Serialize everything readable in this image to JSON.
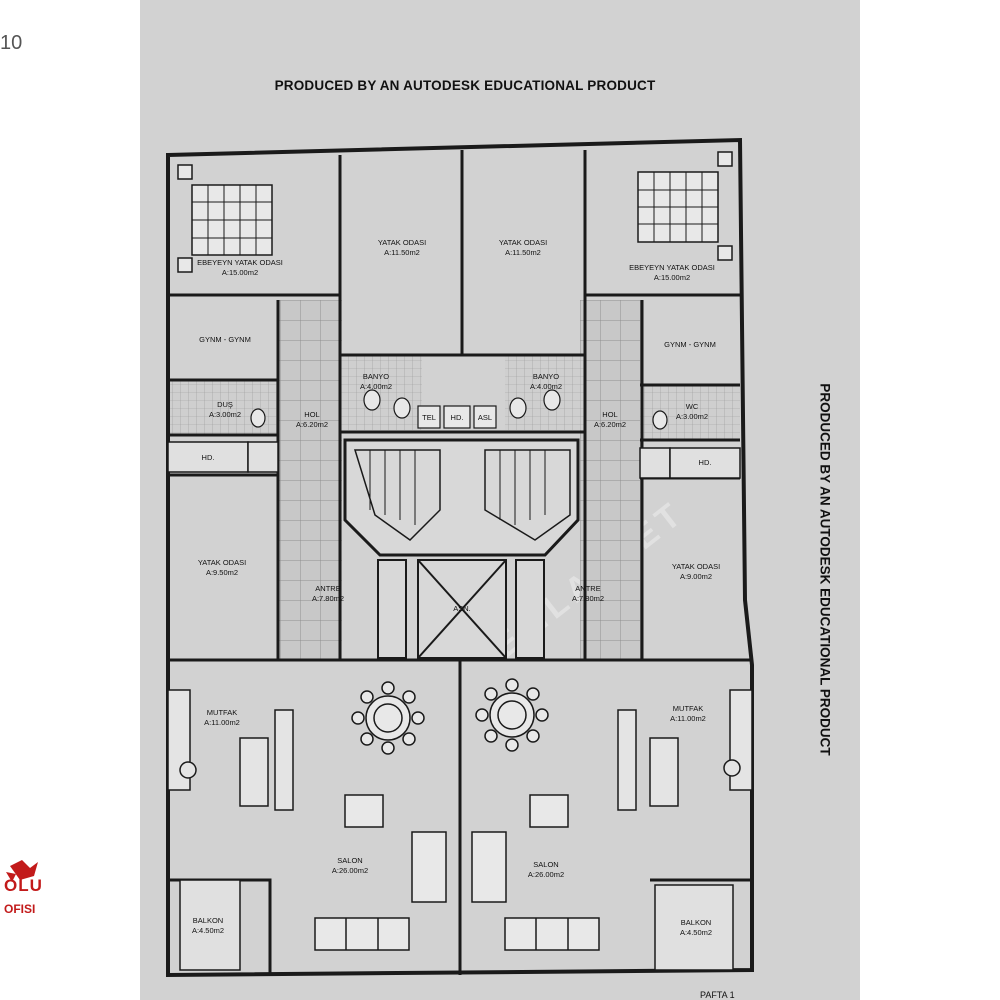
{
  "page": {
    "corner_number": "10"
  },
  "logo": {
    "line1": "OLU",
    "line2": "OFISI"
  },
  "banner_top": "PRODUCED BY AN AUTODESK EDUCATIONAL PRODUCT",
  "banner_side": "PRODUCED BY AN AUTODESK EDUCATIONAL PRODUCT",
  "colors": {
    "sheet": "#d2d2d2",
    "wall": "#1a1a1a",
    "logo_red": "#c21a1a"
  },
  "rooms": {
    "ebeveyn_left": {
      "name": "EBEYEYN YATAK ODASI",
      "area": "A:15.00m2"
    },
    "ebeveyn_right": {
      "name": "EBEYEYN YATAK ODASI",
      "area": "A:15.00m2"
    },
    "yatak_top_left": {
      "name": "YATAK ODASI",
      "area": "A:11.50m2"
    },
    "yatak_top_right": {
      "name": "YATAK ODASI",
      "area": "A:11.50m2"
    },
    "gynm_left": {
      "name": "GYNM - GYNM"
    },
    "gynm_right": {
      "name": "GYNM - GYNM"
    },
    "dus_left": {
      "name": "DUŞ",
      "area": "A:3.00m2"
    },
    "wc_right": {
      "name": "WC",
      "area": "A:3.00m2"
    },
    "banyo_left": {
      "name": "BANYO",
      "area": "A:4.00m2"
    },
    "banyo_right": {
      "name": "BANYO",
      "area": "A:4.00m2"
    },
    "hol_left": {
      "name": "HOL",
      "area": "A:6.20m2"
    },
    "hol_right": {
      "name": "HOL",
      "area": "A:6.20m2"
    },
    "hd_left": {
      "name": "HD."
    },
    "hd_right": {
      "name": "HD."
    },
    "tel": {
      "name": "TEL"
    },
    "hd_mid": {
      "name": "HD."
    },
    "asl": {
      "name": "ASL"
    },
    "yatak_mid_left": {
      "name": "YATAK ODASI",
      "area": "A:9.50m2"
    },
    "yatak_mid_right": {
      "name": "YATAK ODASI",
      "area": "A:9.00m2"
    },
    "antre_left": {
      "name": "ANTRE",
      "area": "A:7.80m2"
    },
    "antre_right": {
      "name": "ANTRE",
      "area": "A:7.80m2"
    },
    "asn": {
      "name": "ASN."
    },
    "mutfak_left": {
      "name": "MUTFAK",
      "area": "A:11.00m2"
    },
    "mutfak_right": {
      "name": "MUTFAK",
      "area": "A:11.00m2"
    },
    "salon_left": {
      "name": "SALON",
      "area": "A:26.00m2"
    },
    "salon_right": {
      "name": "SALON",
      "area": "A:26.00m2"
    },
    "balkon_left": {
      "name": "BALKON",
      "area": "A:4.50m2"
    },
    "balkon_right": {
      "name": "BALKON",
      "area": "A:4.50m2"
    }
  },
  "sheet_number": "PAFTA 1",
  "watermark": "EMLAKJET"
}
